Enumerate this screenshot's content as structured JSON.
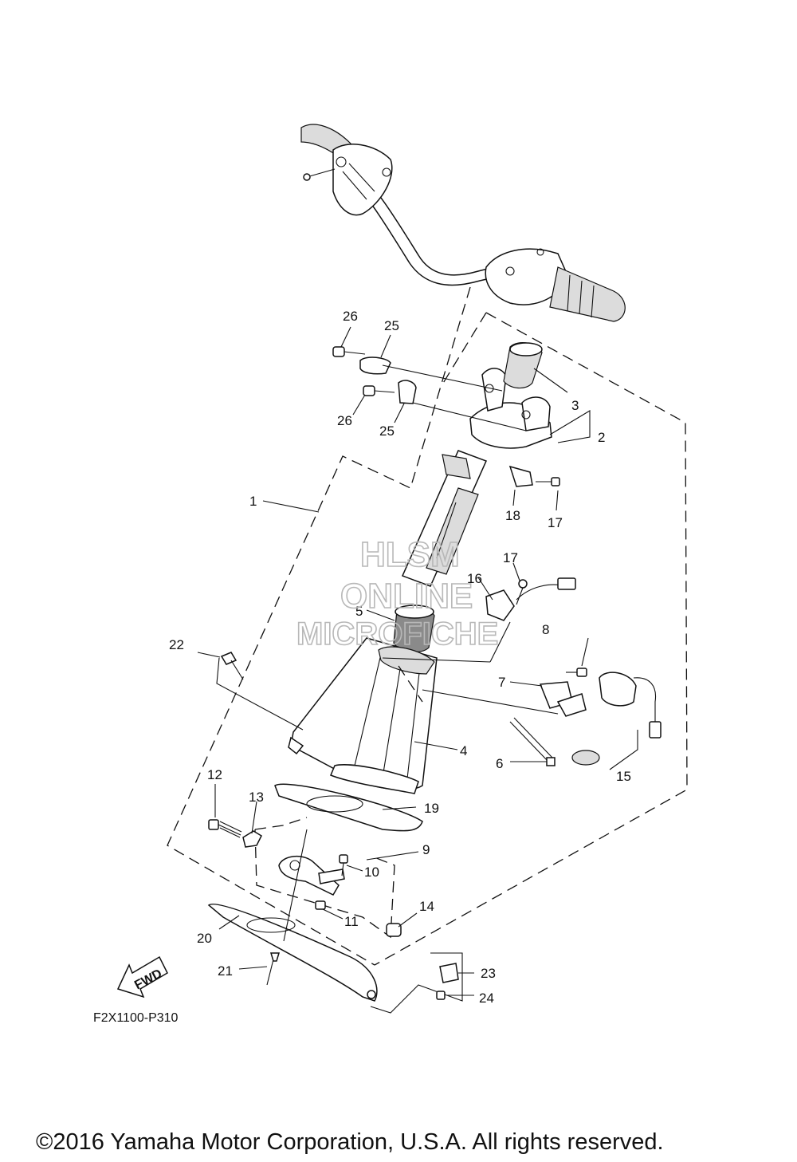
{
  "diagram": {
    "callouts": [
      {
        "id": "1",
        "text": "1"
      },
      {
        "id": "2",
        "text": "2"
      },
      {
        "id": "3",
        "text": "3"
      },
      {
        "id": "4",
        "text": "4"
      },
      {
        "id": "5",
        "text": "5"
      },
      {
        "id": "6",
        "text": "6"
      },
      {
        "id": "7",
        "text": "7"
      },
      {
        "id": "8",
        "text": "8"
      },
      {
        "id": "9",
        "text": "9"
      },
      {
        "id": "10",
        "text": "10"
      },
      {
        "id": "11",
        "text": "11"
      },
      {
        "id": "12",
        "text": "12"
      },
      {
        "id": "13",
        "text": "13"
      },
      {
        "id": "14",
        "text": "14"
      },
      {
        "id": "15",
        "text": "15"
      },
      {
        "id": "16",
        "text": "16"
      },
      {
        "id": "17a",
        "text": "17"
      },
      {
        "id": "17b",
        "text": "17"
      },
      {
        "id": "18",
        "text": "18"
      },
      {
        "id": "19",
        "text": "19"
      },
      {
        "id": "20",
        "text": "20"
      },
      {
        "id": "21",
        "text": "21"
      },
      {
        "id": "22",
        "text": "22"
      },
      {
        "id": "23",
        "text": "23"
      },
      {
        "id": "24",
        "text": "24"
      },
      {
        "id": "25a",
        "text": "25"
      },
      {
        "id": "25b",
        "text": "25"
      },
      {
        "id": "26a",
        "text": "26"
      },
      {
        "id": "26b",
        "text": "26"
      }
    ],
    "fwd_label": "FWD",
    "drawing_code": "F2X1100-P310",
    "watermark": {
      "line1": "HLSM",
      "line2": "ONLINE",
      "line3": "MICROFICHE"
    },
    "copyright": "©2016 Yamaha Motor Corporation, U.S.A. All rights reserved."
  }
}
